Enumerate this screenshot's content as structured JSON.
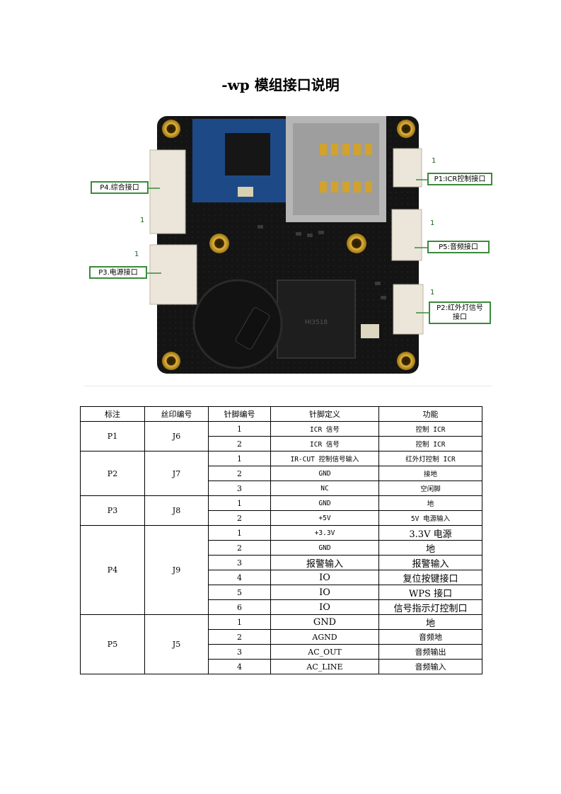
{
  "title": "-wp 模组接口说明",
  "figure": {
    "callouts": {
      "p4": "P4.综合接口",
      "p3": "P3.电源接口",
      "p1": "P1:ICR控制接口",
      "p5": "P5:音频接口",
      "p2_line1": "P2:红外灯信号",
      "p2_line2": "接口"
    },
    "pin_mark": "1"
  },
  "table": {
    "headers": [
      "标注",
      "丝印编号",
      "针脚编号",
      "针脚定义",
      "功能"
    ],
    "groups": [
      {
        "label": "P1",
        "silk": "J6",
        "rows": [
          {
            "pin": "1",
            "def": "ICR 信号",
            "func": "控制 ICR"
          },
          {
            "pin": "2",
            "def": "ICR 信号",
            "func": "控制 ICR"
          }
        ]
      },
      {
        "label": "P2",
        "silk": "J7",
        "rows": [
          {
            "pin": "1",
            "def": "IR-CUT 控制信号输入",
            "func": "红外灯控制 ICR"
          },
          {
            "pin": "2",
            "def": "GND",
            "func": "接地"
          },
          {
            "pin": "3",
            "def": "NC",
            "func": "空闲脚"
          }
        ]
      },
      {
        "label": "P3",
        "silk": "J8",
        "rows": [
          {
            "pin": "1",
            "def": "GND",
            "func": "地"
          },
          {
            "pin": "2",
            "def": "+5V",
            "func": "5V 电源输入"
          }
        ]
      },
      {
        "label": "P4",
        "silk": "J9",
        "rows": [
          {
            "pin": "1",
            "def": "+3.3V",
            "func": "3.3V 电源"
          },
          {
            "pin": "2",
            "def": "GND",
            "func": "地"
          },
          {
            "pin": "3",
            "def": "报警输入",
            "func": "报警输入"
          },
          {
            "pin": "4",
            "def": "IO",
            "func": "复位按键接口"
          },
          {
            "pin": "5",
            "def": "IO",
            "func": "WPS 接口"
          },
          {
            "pin": "6",
            "def": "IO",
            "func": "信号指示灯控制口"
          }
        ]
      },
      {
        "label": "P5",
        "silk": "J5",
        "rows": [
          {
            "pin": "1",
            "def": "GND",
            "func": "地"
          },
          {
            "pin": "2",
            "def": "AGND",
            "func": "音频地"
          },
          {
            "pin": "3",
            "def": "AC_OUT",
            "func": "音频输出"
          },
          {
            "pin": "4",
            "def": "AC_LINE",
            "func": "音频输入"
          }
        ]
      }
    ]
  }
}
